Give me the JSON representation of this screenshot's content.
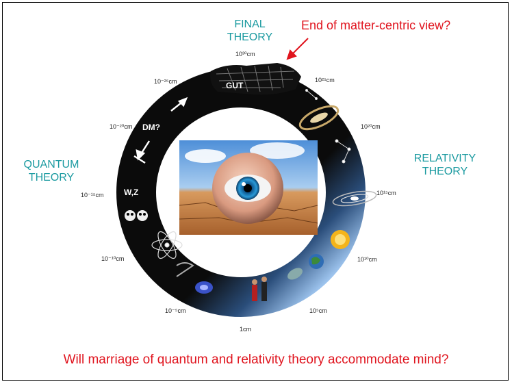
{
  "labels": {
    "final_theory": "FINAL THEORY",
    "end_matter": "End of matter-centric view?",
    "quantum_theory": "QUANTUM THEORY",
    "relativity_theory": "RELATIVITY THEORY",
    "bottom_question": "Will marriage of quantum and relativity theory accommodate mind?"
  },
  "ring_labels": {
    "gut": "GUT",
    "dm": "DM?",
    "wz": "W,Z"
  },
  "scale_ticks": [
    "10³⁰cm",
    "10²⁵cm",
    "10²⁰cm",
    "10¹⁵cm",
    "10¹⁰cm",
    "10⁵cm",
    "1cm",
    "10⁻⁵cm",
    "10⁻¹⁰cm",
    "10⁻¹⁵cm",
    "10⁻²⁰cm",
    "10⁻²⁵cm"
  ],
  "colors": {
    "teal": "#1a9aa0",
    "red": "#e0141e",
    "ring": "#0b0b0b",
    "ring_blue": "#6fa6e0"
  },
  "icons": [
    "eye-image",
    "snake-head-icon",
    "galaxy-icon",
    "earth-icon",
    "atom-icon",
    "humans-icon"
  ]
}
